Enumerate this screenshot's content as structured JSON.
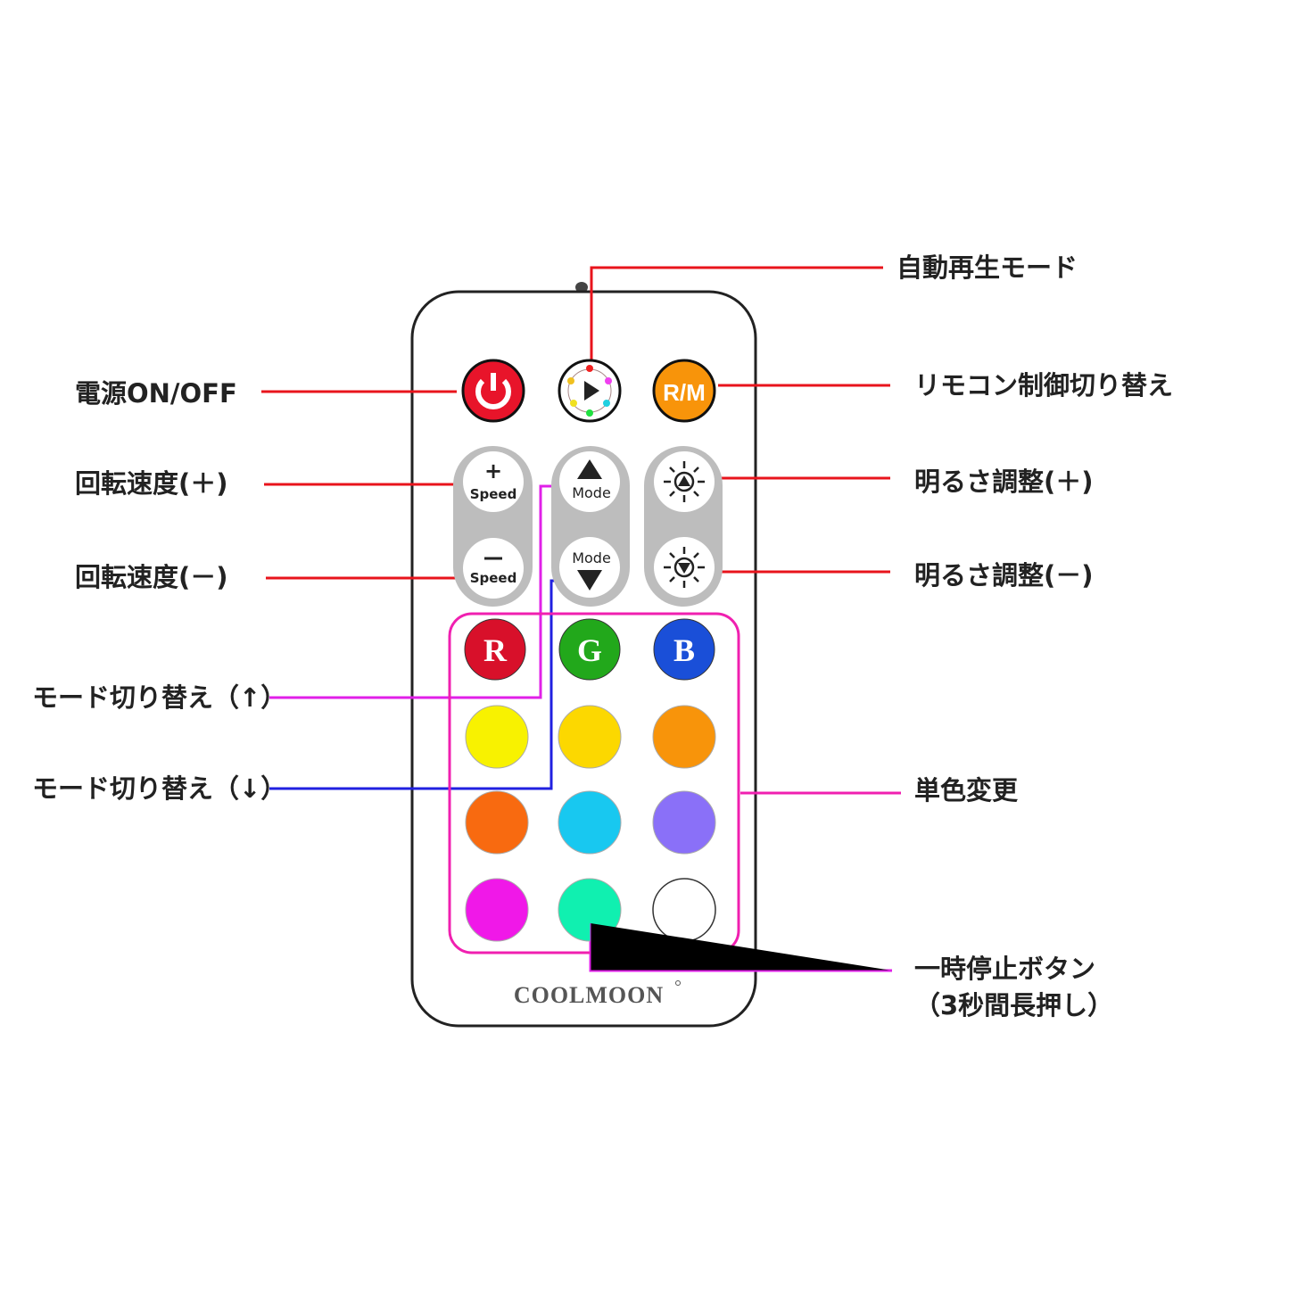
{
  "brand": "COOLMOON",
  "buttons": {
    "rm": "R/M",
    "speed": "Speed",
    "mode": "Mode",
    "r": "R",
    "g": "G",
    "b": "B"
  },
  "color_buttons": [
    "#f8f200",
    "#fcd800",
    "#f8940a",
    "#f86a10",
    "#18c8f0",
    "#8a70f8",
    "#f018e8",
    "#10f0b0",
    "#ffffff"
  ],
  "labels": {
    "auto_play": "自動再生モード",
    "power": "電源ON/OFF",
    "rm_switch": "リモコン制御切り替え",
    "speed_up": "回転速度(＋)",
    "speed_down": "回転速度(－)",
    "bright_up": "明るさ調整(＋)",
    "bright_down": "明るさ調整(－)",
    "mode_up": "モード切り替え（↑）",
    "mode_down": "モード切り替え（↓）",
    "single_color": "単色変更",
    "pause_1": "一時停止ボタン",
    "pause_2": "（3秒間長押し）"
  },
  "colors": {
    "red_line": "#e8141c",
    "magenta_line": "#e020e8",
    "blue_line": "#2020e0",
    "pink_frame": "#f020b0"
  }
}
